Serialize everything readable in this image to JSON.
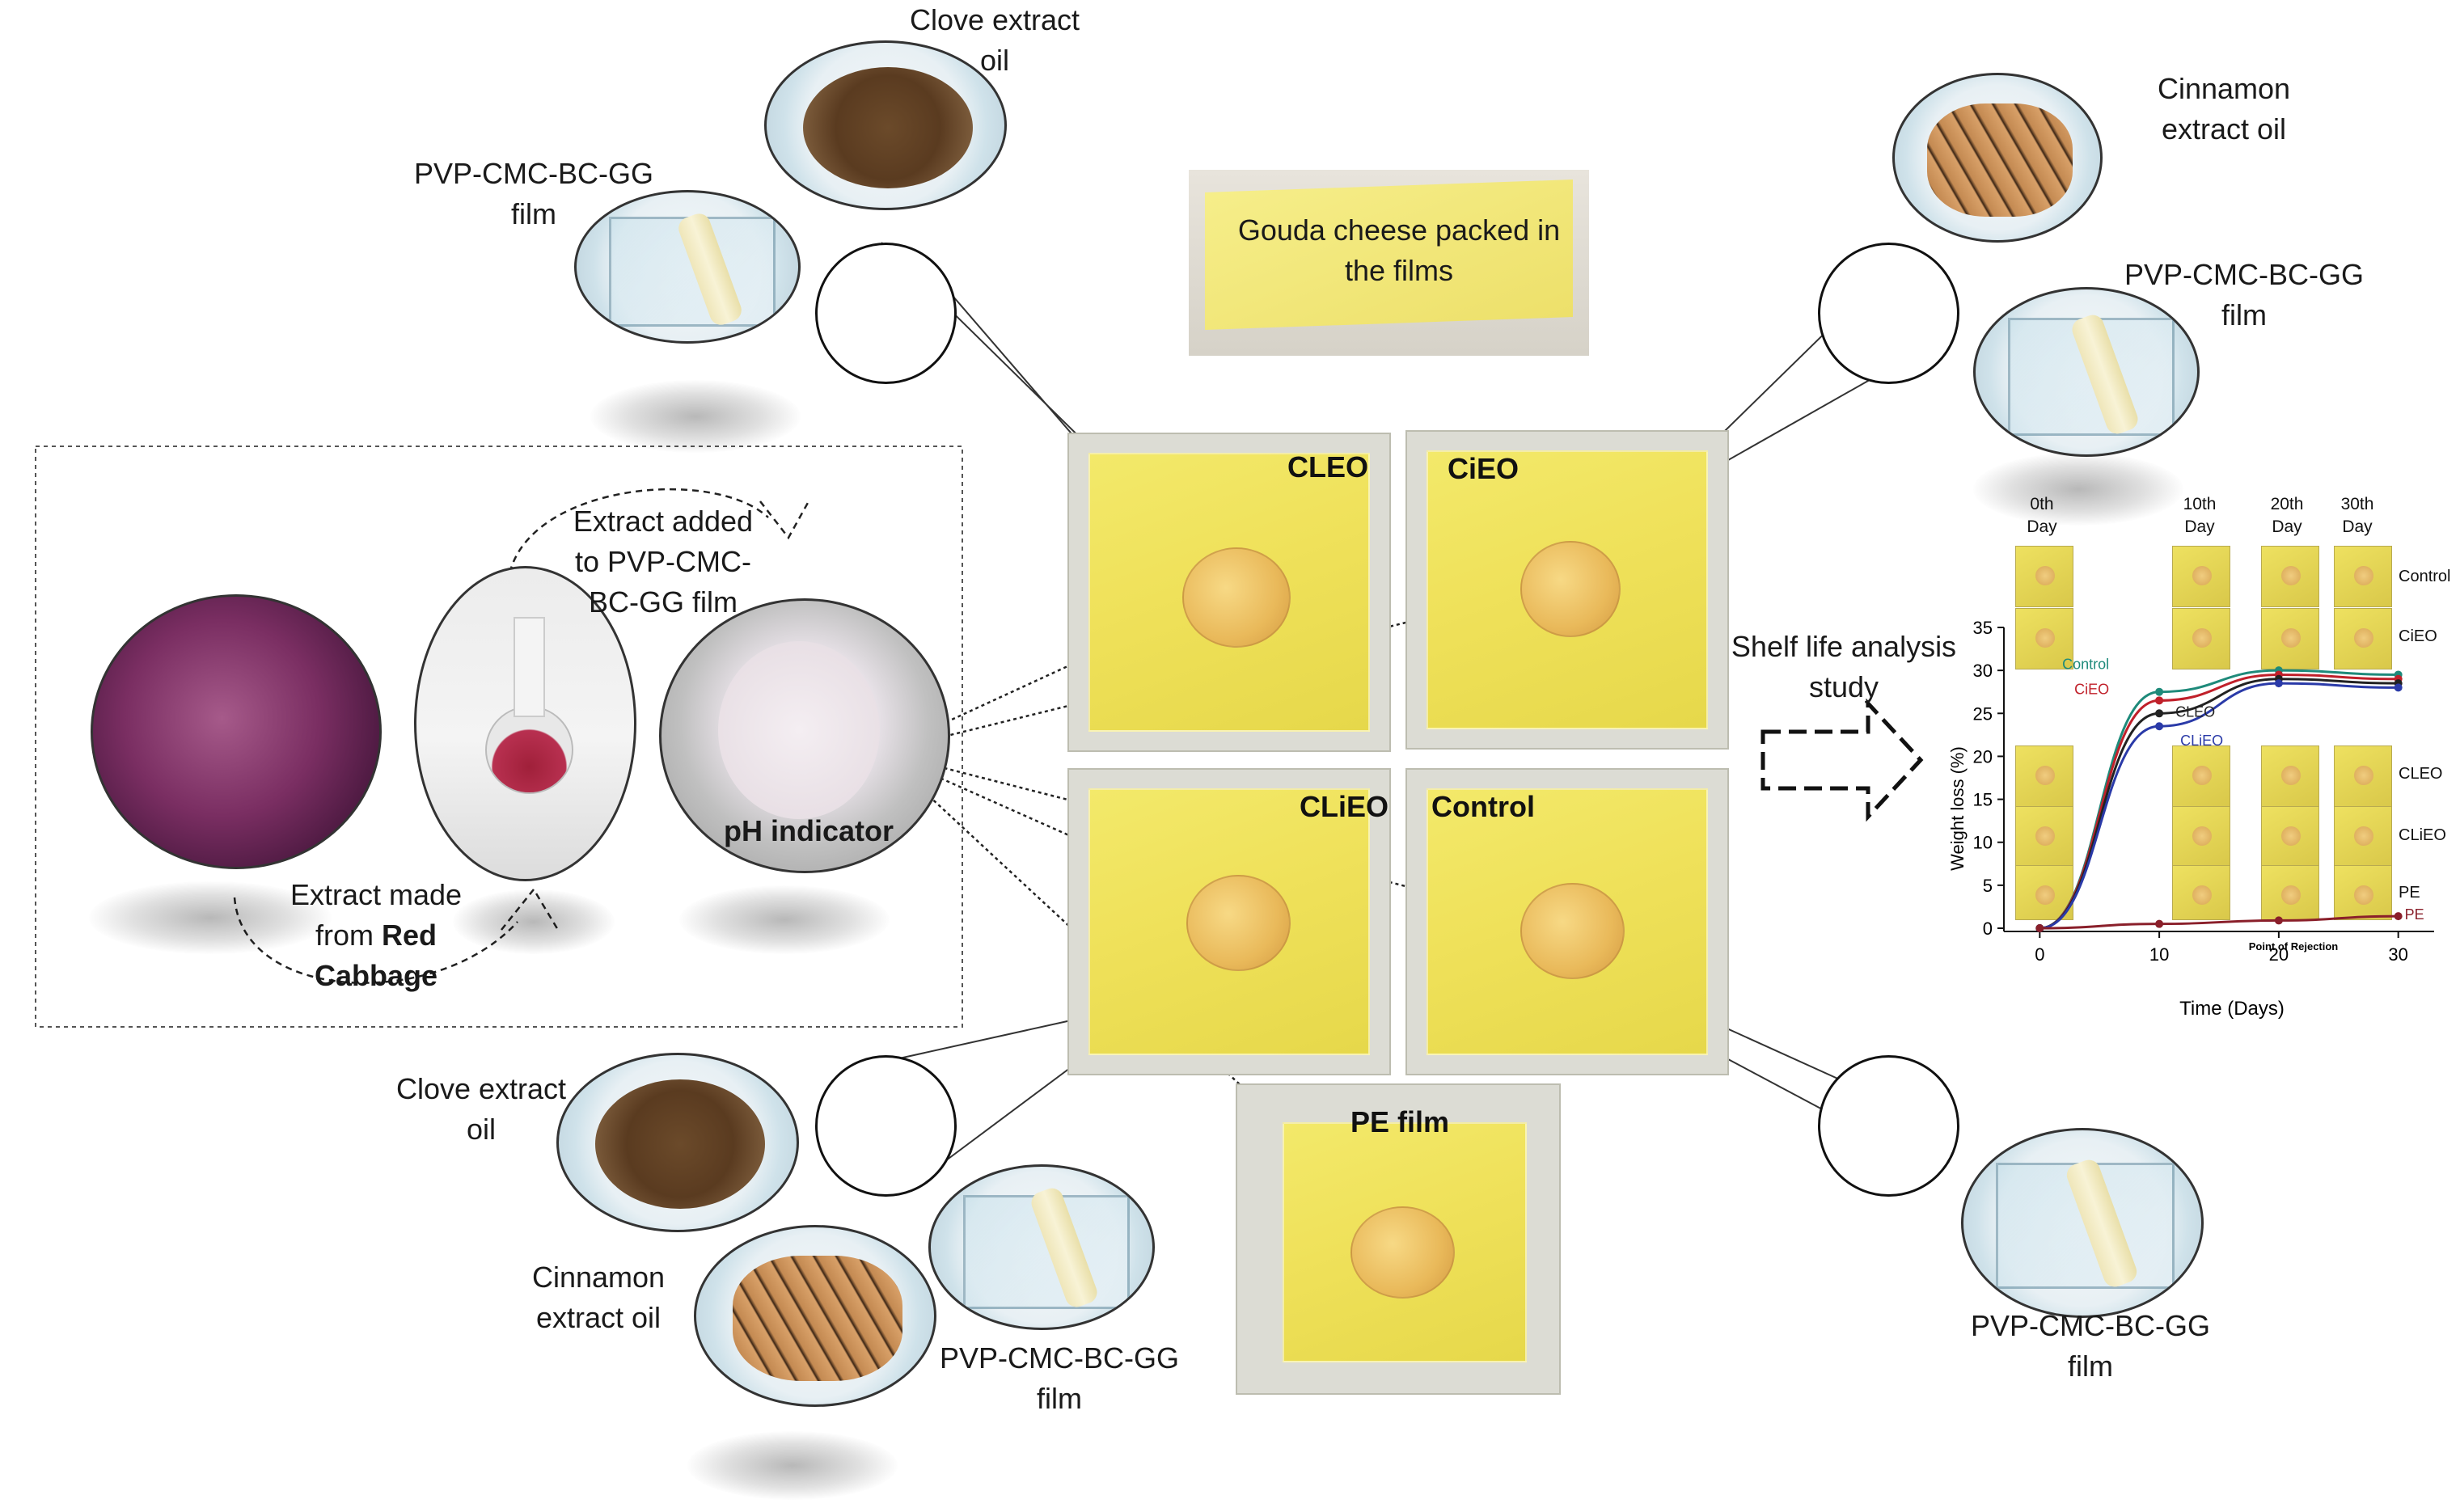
{
  "labels": {
    "clove_top": "Clove extract oil",
    "film_top_left": "PVP-CMC-BC-GG film",
    "gouda": "Gouda cheese packed in the films",
    "cinnamon_top": "Cinnamon extract oil",
    "film_top_right": "PVP-CMC-BC-GG film",
    "extract_added": "Extract added to PVP-CMC-BC-GG film",
    "extract_made_prefix": "Extract made from",
    "extract_made_bold": "Red Cabbage",
    "ph_indicator": "pH indicator",
    "shelf_life": "Shelf life analysis study",
    "clove_bottom": "Clove extract oil",
    "cinnamon_bottom": "Cinnamon extract oil",
    "film_bottom_mid": "PVP-CMC-BC-GG film",
    "film_bottom_right": "PVP-CMC-BC-GG film",
    "pe_film": "PE film"
  },
  "packs": {
    "cleo": "CLEO",
    "cieo": "CiEO",
    "clieo": "CLiEO",
    "control": "Control"
  },
  "chart": {
    "days_header": [
      "0th Day",
      "10th Day",
      "20th Day",
      "30th Day"
    ],
    "row_labels": [
      "Control",
      "CiEO",
      "CLEO",
      "CLiEO",
      "PE"
    ],
    "annotation": "Point of Rejection"
  },
  "chart_data": {
    "type": "line",
    "xlabel": "Time (Days)",
    "ylabel": "Weight loss (%)",
    "x": [
      0,
      10,
      20,
      30
    ],
    "xlim": [
      -3,
      33
    ],
    "ylim": [
      0,
      35
    ],
    "xticks": [
      0,
      10,
      20,
      30
    ],
    "yticks": [
      0,
      5,
      10,
      15,
      20,
      25,
      30,
      35
    ],
    "series": [
      {
        "name": "Control",
        "color": "#1e8a7a",
        "values": [
          0,
          27.5,
          30.0,
          29.5
        ]
      },
      {
        "name": "CiEO",
        "color": "#c0202a",
        "values": [
          0,
          26.5,
          29.5,
          29.0
        ]
      },
      {
        "name": "CLEO",
        "color": "#222222",
        "values": [
          0,
          25.0,
          29.0,
          28.5
        ]
      },
      {
        "name": "CLiEO",
        "color": "#2a3aa8",
        "values": [
          0,
          23.5,
          28.5,
          28.0
        ]
      },
      {
        "name": "PE",
        "color": "#8a1f2a",
        "values": [
          0,
          0.5,
          0.9,
          1.4
        ]
      }
    ]
  }
}
